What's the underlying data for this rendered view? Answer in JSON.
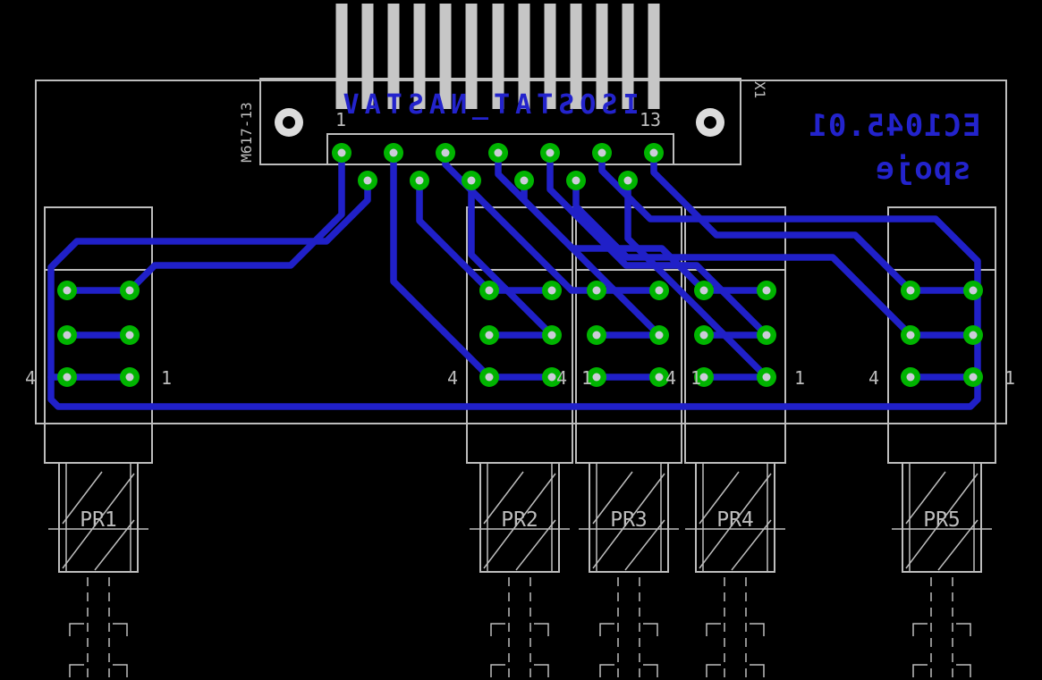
{
  "colors": {
    "background": "#000000",
    "trace_blue": "#2020c8",
    "text_blue": "#2323cc",
    "pad_green": "#00b400",
    "hole_light": "#ccccd8",
    "silkscreen_gray": "#bdbdbd",
    "pin_gray": "#c6c6c6"
  },
  "connector": {
    "value": "ISOSTAT_NASTAV",
    "package_label": "M617-13",
    "designator": "X1",
    "first_pad_label": "1",
    "last_pad_label": "13"
  },
  "board": {
    "project_id": "EC1045.01",
    "layer_note": "spoje"
  },
  "relays": [
    {
      "label": "PR1",
      "left_pad_label": "4",
      "right_pad_label": "1"
    },
    {
      "label": "PR2",
      "left_pad_label": "4",
      "right_pad_label": "1"
    },
    {
      "label": "PR3",
      "left_pad_label": "4",
      "right_pad_label": "1"
    },
    {
      "label": "PR4",
      "left_pad_label": "4",
      "right_pad_label": "1"
    },
    {
      "label": "PR5",
      "left_pad_label": "4",
      "right_pad_label": "1"
    }
  ]
}
